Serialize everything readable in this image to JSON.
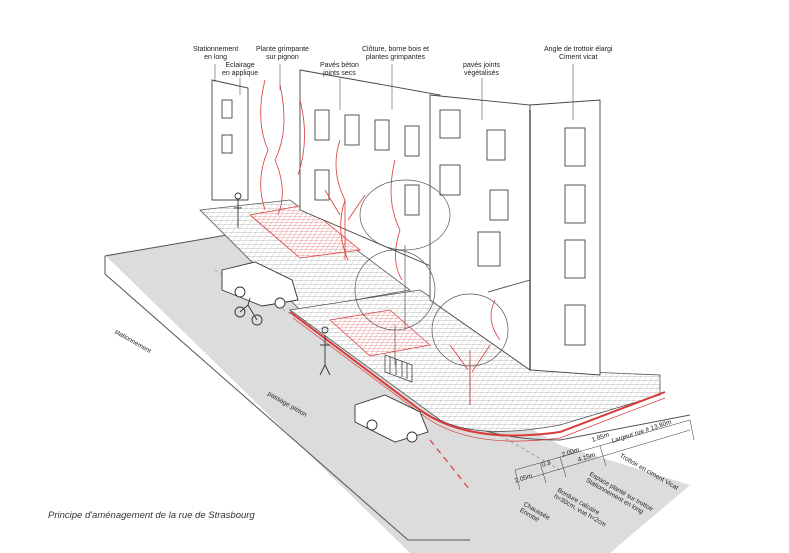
{
  "top_labels": [
    {
      "id": "stationnement-long",
      "lines": [
        "Stationnement",
        "en long"
      ]
    },
    {
      "id": "eclairage",
      "lines": [
        "Eclairage",
        "en applique"
      ]
    },
    {
      "id": "plante-grimpante",
      "lines": [
        "Plante grimpante",
        "sur pignon"
      ]
    },
    {
      "id": "paves-beton",
      "lines": [
        "Pavés béton",
        "joints secs"
      ]
    },
    {
      "id": "cloture",
      "lines": [
        "Clôture, borne bois et",
        "plantes grimpantes"
      ]
    },
    {
      "id": "paves-joints",
      "lines": [
        "pavés joints",
        "végétalisés"
      ]
    },
    {
      "id": "angle-trottoir",
      "lines": [
        "Angle de trottoir élargi",
        "Ciment vicat"
      ]
    }
  ],
  "street_labels": {
    "stationnement": "stationnement",
    "passage_pieton": "passage piéton"
  },
  "section_labels": {
    "largeur_rue": "Largeur rue # 13.80m",
    "trottoir": "Trottoir en ciment Vicat",
    "espace_plante": [
      "Espace planté sur trottoir",
      "Stationnement en long"
    ],
    "bordure": [
      "Bordure calcaire",
      "h=30cm, vue h=2cm"
    ],
    "chaussee": [
      "Chaussée",
      "Enrobé"
    ]
  },
  "dimensions": [
    "2.05m",
    "0.3",
    "2.00m",
    "1.85m",
    "4.15m"
  ],
  "caption": "Principe d'aménagement de la rue de Strasbourg",
  "colors": {
    "ink": "#3a3a3a",
    "accent": "#d93a3a",
    "paper": "#ffffff"
  }
}
